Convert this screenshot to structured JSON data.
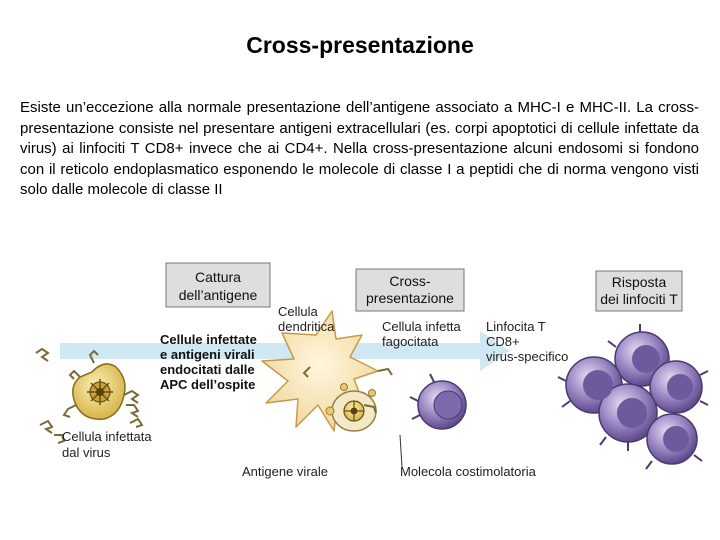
{
  "slide": {
    "title": "Cross-presentazione",
    "paragraph": "Esiste un’eccezione alla normale presentazione dell’antigene associato a MHC-I e MHC-II. La cross-presentazione consiste nel presentare antigeni extracellulari (es. corpi apoptotici di cellule infettate da virus) ai linfociti T CD8+ invece che ai CD4+. Nella cross-presentazione alcuni endosomi si fondono con il reticolo endoplasmatico esponendo le molecole di classe I a peptidi che di norma vengono visti  solo dalle molecole di classe II"
  },
  "figure": {
    "stage_boxes": [
      {
        "line1": "Cattura",
        "line2": "dell’antigene"
      },
      {
        "line1": "Cross-",
        "line2": "presentazione"
      },
      {
        "line1": "Risposta",
        "line2": "dei linfociti T"
      }
    ],
    "labels": {
      "dendritic_1": "Cellula",
      "dendritic_2": "dendritica",
      "phago_1": "Cellula infetta",
      "phago_2": "fagocitata",
      "lymph_1": "Linfocita T",
      "lymph_2": "CD8+",
      "lymph_3": "virus-specifico",
      "apc_1": "Cellule infettate",
      "apc_2": "e antigeni virali",
      "apc_3": "endocitati dalle",
      "apc_4": "APC dell’ospite",
      "infected_1": "Cellula infettata",
      "infected_2": "dal virus",
      "viral_antigen": "Antigene virale",
      "costim": "Molecola costimolatoria"
    },
    "colors": {
      "box_fill": "#dcdcdc",
      "dendritic_cell": "#f6e3b4",
      "infected_cell": "#e8d27a",
      "lymphocyte": "#8e7bb5",
      "arrow": "#bfe0ef"
    }
  }
}
